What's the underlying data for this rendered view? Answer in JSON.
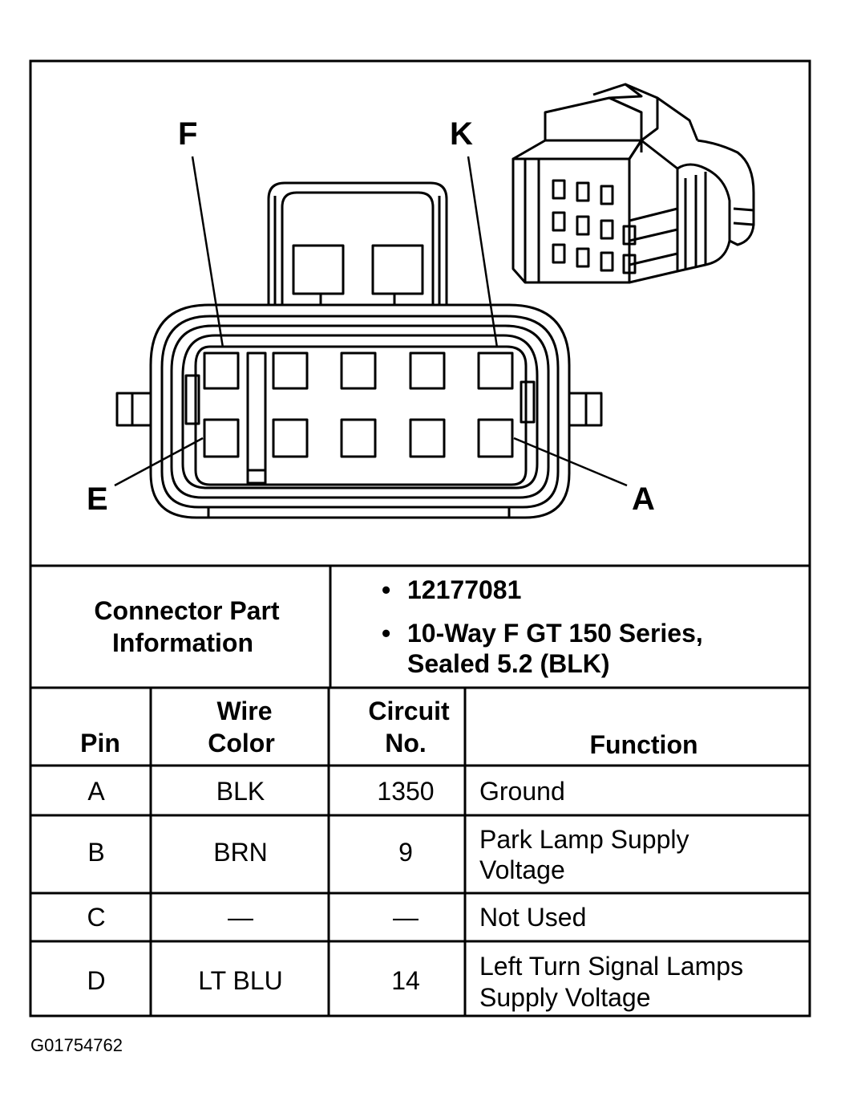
{
  "diagram": {
    "callouts": {
      "top_left": "F",
      "top_right": "K",
      "bottom_left": "E",
      "bottom_right": "A"
    }
  },
  "connector_info": {
    "label_line1": "Connector Part",
    "label_line2": "Information",
    "bullet": "•",
    "part_number": "12177081",
    "description_line1": "10-Way F GT 150 Series,",
    "description_line2": "Sealed 5.2 (BLK)"
  },
  "table": {
    "headers": {
      "pin": "Pin",
      "wire_color_line1": "Wire",
      "wire_color_line2": "Color",
      "circuit_line1": "Circuit",
      "circuit_line2": "No.",
      "function": "Function"
    },
    "rows": [
      {
        "pin": "A",
        "wire_color": "BLK",
        "circuit": "1350",
        "function_line1": "Ground",
        "function_line2": ""
      },
      {
        "pin": "B",
        "wire_color": "BRN",
        "circuit": "9",
        "function_line1": "Park Lamp Supply",
        "function_line2": "Voltage"
      },
      {
        "pin": "C",
        "wire_color": "—",
        "circuit": "—",
        "function_line1": "Not Used",
        "function_line2": ""
      },
      {
        "pin": "D",
        "wire_color": "LT BLU",
        "circuit": "14",
        "function_line1": "Left Turn Signal Lamps",
        "function_line2": "Supply Voltage"
      }
    ]
  },
  "figure_id": "G01754762"
}
